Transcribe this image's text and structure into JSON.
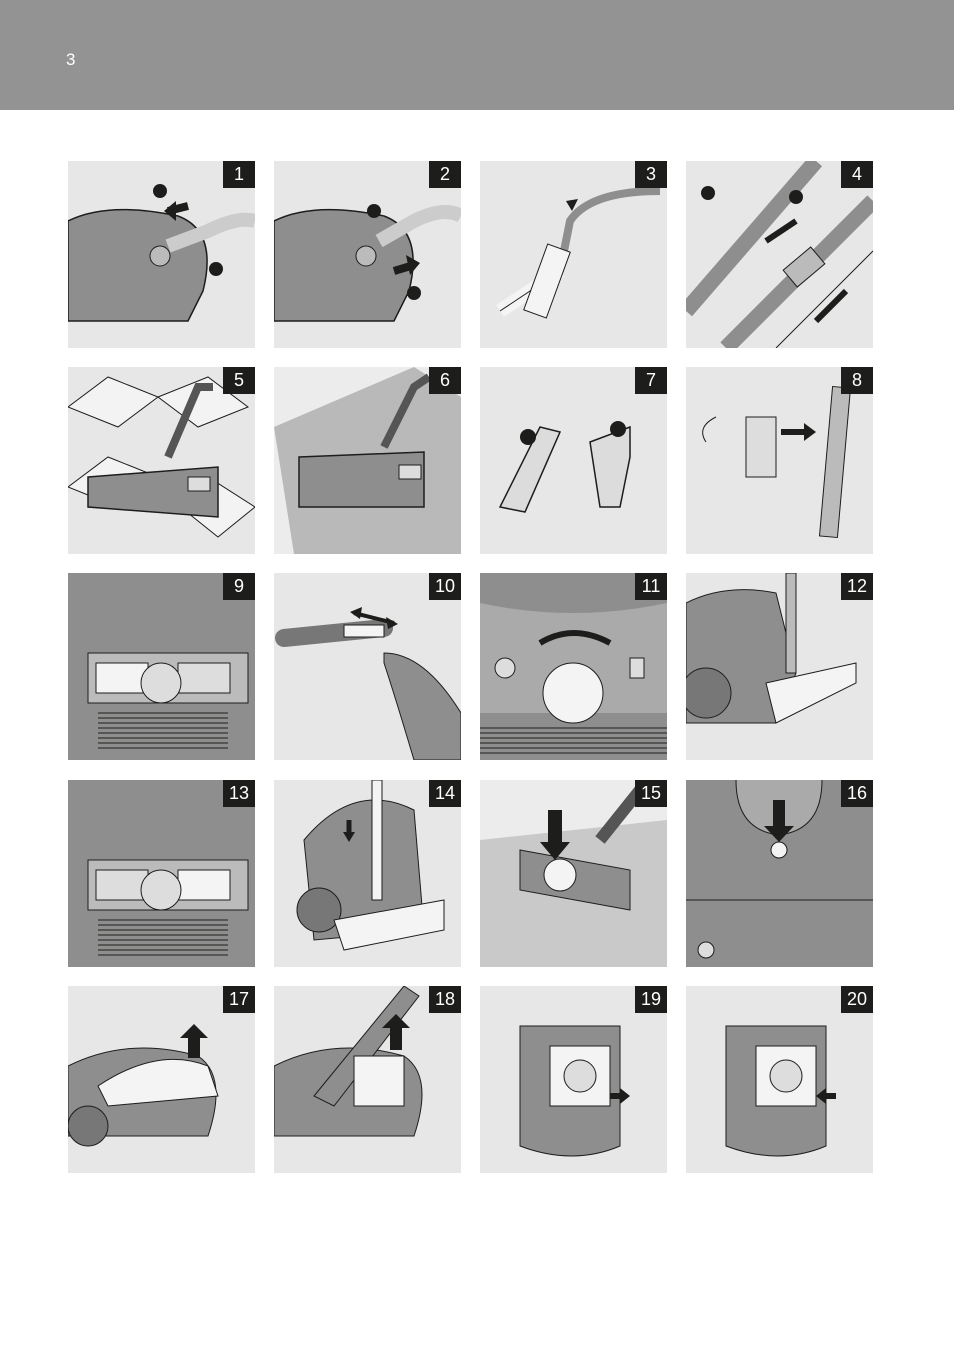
{
  "page_number": "3",
  "colors": {
    "header": "#939393",
    "panel": "#e7e7e7",
    "badge": "#1d1d1b",
    "appliance": "#8e8e8e",
    "outline": "#1d1d1b"
  },
  "panels": [
    {
      "label": "1",
      "icon": "hose-connect-illustration"
    },
    {
      "label": "2",
      "icon": "hose-disconnect-illustration"
    },
    {
      "label": "3",
      "icon": "tube-attach-illustration"
    },
    {
      "label": "4",
      "icon": "telescopic-tube-illustration"
    },
    {
      "label": "5",
      "icon": "nozzle-hard-floor-illustration"
    },
    {
      "label": "6",
      "icon": "nozzle-carpet-illustration"
    },
    {
      "label": "7",
      "icon": "accessory-nozzles-illustration"
    },
    {
      "label": "8",
      "icon": "accessory-clip-illustration"
    },
    {
      "label": "9",
      "icon": "power-button-illustration"
    },
    {
      "label": "10",
      "icon": "airflow-slider-illustration"
    },
    {
      "label": "11",
      "icon": "power-dial-illustration"
    },
    {
      "label": "12",
      "icon": "parking-slot-illustration"
    },
    {
      "label": "13",
      "icon": "cord-rewind-illustration"
    },
    {
      "label": "14",
      "icon": "storage-slot-illustration"
    },
    {
      "label": "15",
      "icon": "nozzle-clean-illustration"
    },
    {
      "label": "16",
      "icon": "bag-indicator-illustration"
    },
    {
      "label": "17",
      "icon": "open-cover-illustration"
    },
    {
      "label": "18",
      "icon": "remove-bag-holder-illustration"
    },
    {
      "label": "19",
      "icon": "remove-bag-illustration"
    },
    {
      "label": "20",
      "icon": "insert-bag-illustration"
    }
  ]
}
